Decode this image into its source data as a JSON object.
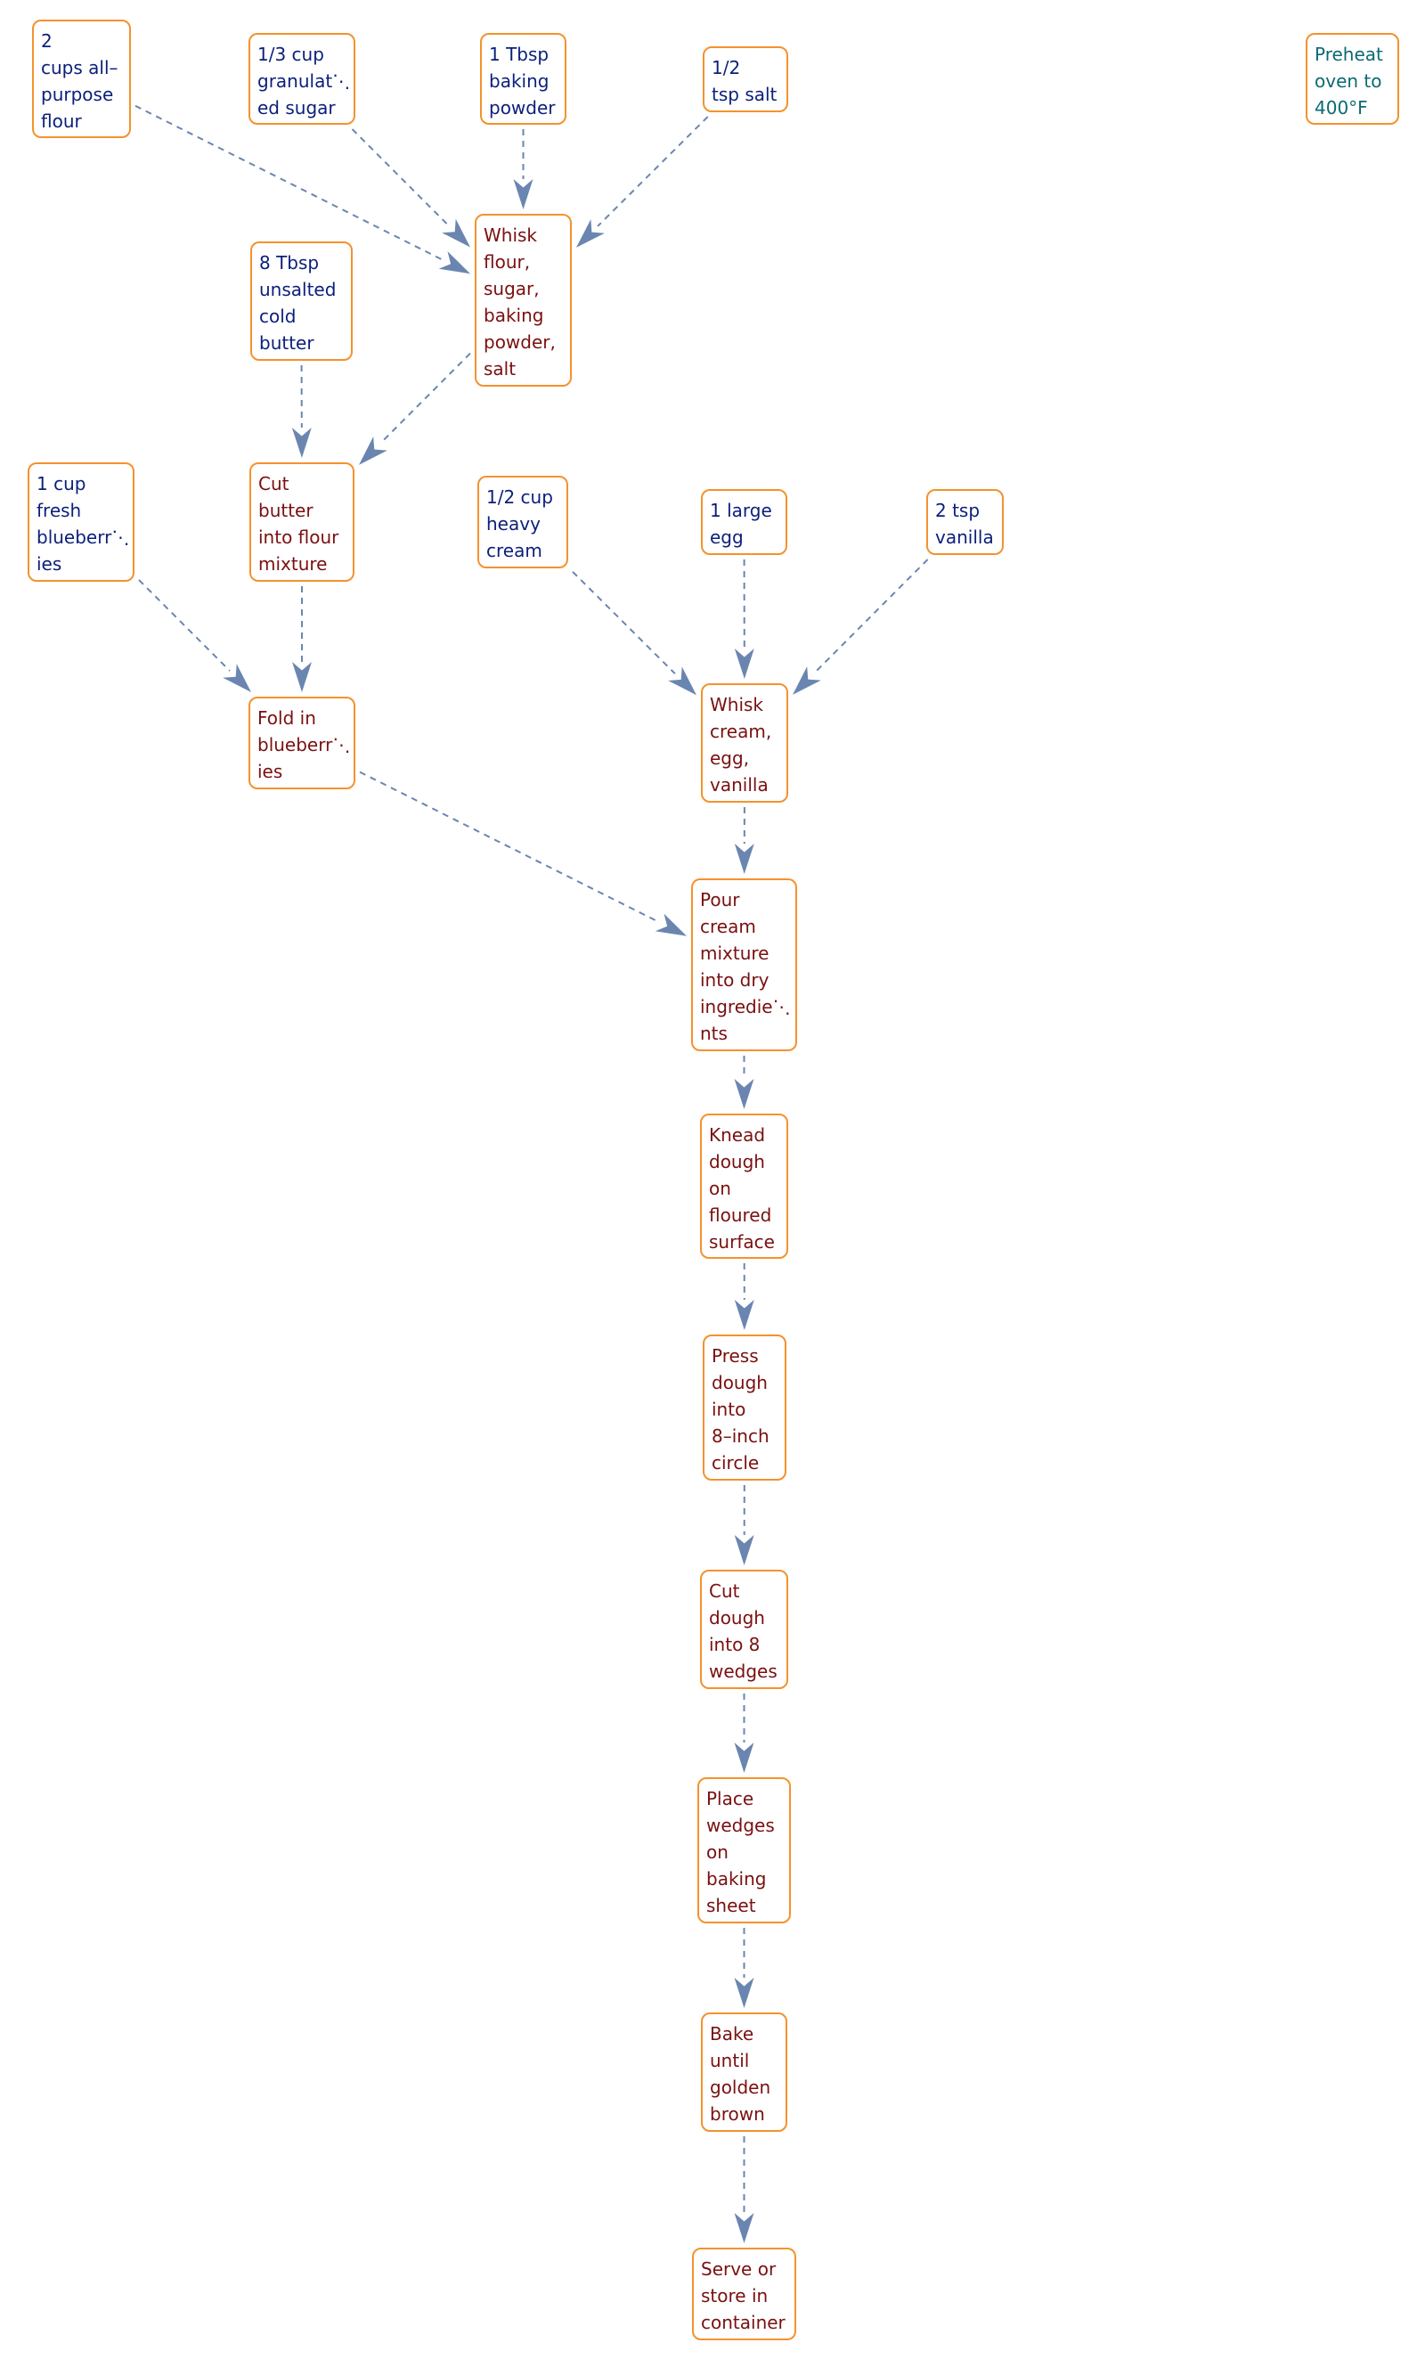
{
  "colors": {
    "node_border": "#f4922d",
    "ingredient_text": "#0b1f7a",
    "step_text": "#7a1010",
    "note_text": "#0b6a72",
    "edge": "#6a86b0"
  },
  "nodes": {
    "flour": "2\ncups all–\npurpose\nflour",
    "sugar": "1/3 cup\ngranulat⋱\ned sugar",
    "baking_powder": "1 Tbsp\nbaking\npowder",
    "salt": "1/2\ntsp salt",
    "preheat": "Preheat\noven to\n400°F",
    "butter": "8 Tbsp\nunsalted\ncold\nbutter",
    "whisk_dry": "Whisk\nflour,\nsugar,\nbaking\npowder,\nsalt",
    "blueberries": "1 cup\nfresh\nblueberr⋱\nies",
    "cut_butter": "Cut\nbutter\ninto flour\nmixture",
    "cream": "1/2 cup\nheavy\ncream",
    "egg": "1 large\negg",
    "vanilla": "2 tsp\nvanilla",
    "fold": "Fold in\nblueberr⋱\nies",
    "whisk_wet": "Whisk\ncream,\negg,\nvanilla",
    "pour": "Pour\ncream\nmixture\ninto dry\ningredie⋱\nnts",
    "knead": "Knead\ndough\non\nfloured\nsurface",
    "press": "Press\ndough\ninto\n8–inch\ncircle",
    "cut_wedges": "Cut\ndough\ninto 8\nwedges",
    "place": "Place\nwedges\non\nbaking\nsheet",
    "bake": "Bake\nuntil\ngolden\nbrown",
    "serve": "Serve or\nstore in\ncontainer"
  },
  "edges": [
    [
      "flour",
      "whisk_dry"
    ],
    [
      "sugar",
      "whisk_dry"
    ],
    [
      "baking_powder",
      "whisk_dry"
    ],
    [
      "salt",
      "whisk_dry"
    ],
    [
      "whisk_dry",
      "cut_butter"
    ],
    [
      "butter",
      "cut_butter"
    ],
    [
      "cut_butter",
      "fold"
    ],
    [
      "blueberries",
      "fold"
    ],
    [
      "cream",
      "whisk_wet"
    ],
    [
      "egg",
      "whisk_wet"
    ],
    [
      "vanilla",
      "whisk_wet"
    ],
    [
      "fold",
      "pour"
    ],
    [
      "whisk_wet",
      "pour"
    ],
    [
      "pour",
      "knead"
    ],
    [
      "knead",
      "press"
    ],
    [
      "press",
      "cut_wedges"
    ],
    [
      "cut_wedges",
      "place"
    ],
    [
      "place",
      "bake"
    ],
    [
      "bake",
      "serve"
    ]
  ]
}
